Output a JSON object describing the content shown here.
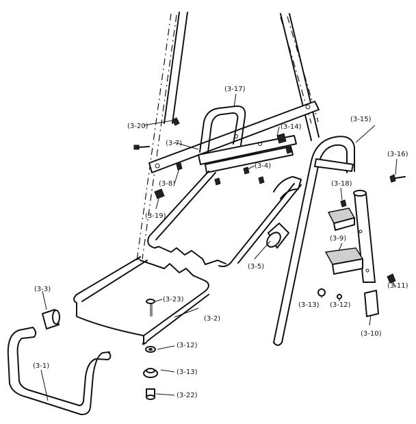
{
  "labels": {
    "p3_1": "(3-1)",
    "p3_2": "(3-2)",
    "p3_3": "(3-3)",
    "p3_4": "(3-4)",
    "p3_5": "(3-5)",
    "p3_7": "(3-7)",
    "p3_8": "(3-8)",
    "p3_9": "(3-9)",
    "p3_10": "(3-10)",
    "p3_11": "(3-11)",
    "p3_12a": "(3-12)",
    "p3_12b": "(3-12)",
    "p3_13a": "(3-13)",
    "p3_13b": "(3-13)",
    "p3_14": "(3-14)",
    "p3_15": "(3-15)",
    "p3_16": "(3-16)",
    "p3_17": "(3-17)",
    "p3_18": "(3-18)",
    "p3_19": "(3-19)",
    "p3_20": "(3-20)",
    "p3_22": "(3-22)",
    "p3_23": "(3-23)"
  }
}
